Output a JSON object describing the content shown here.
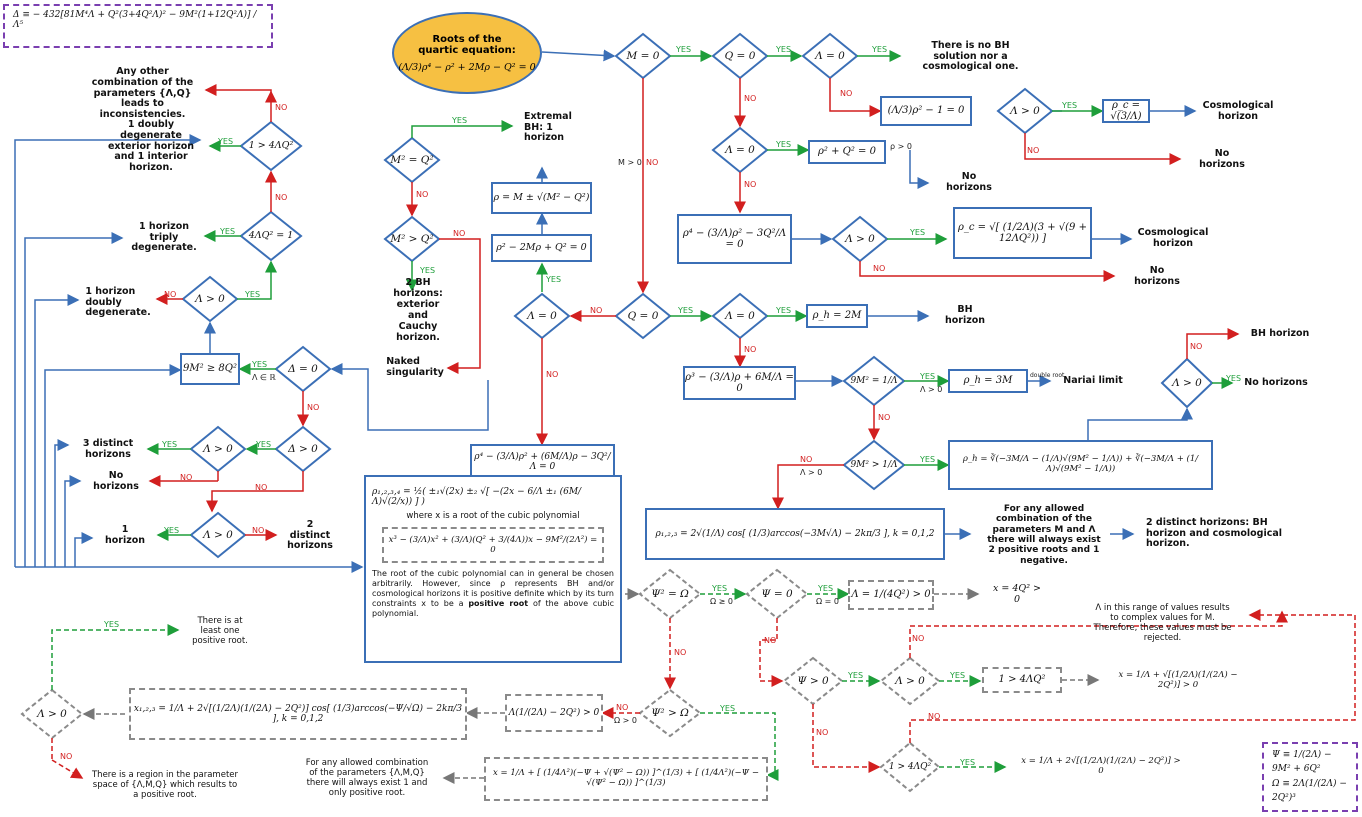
{
  "formulas": {
    "delta_def": "Δ ≡ − 432[81M⁴Λ + Q²(3+4Q²Λ)² − 9M²(1+12Q²Λ)] / Λ⁵",
    "psi_def": "Ψ ≡ 1/(2Λ) − 9M² + 6Q²",
    "omega_def": "Ω ≡ 2Λ(1/(2Λ) − 2Q²)³"
  },
  "start": {
    "title": "Roots of the quartic equation:",
    "equation": "(Λ/3)ρ⁴ − ρ² + 2Mρ − Q² = 0"
  },
  "decisions": {
    "m0": "M = 0",
    "q0_top": "Q = 0",
    "l0_top": "Λ = 0",
    "lgt0_a": "Λ > 0",
    "l0_b": "Λ = 0",
    "lgt0_b": "Λ > 0",
    "q0_mid": "Q = 0",
    "l0_mid": "Λ = 0",
    "l0_left": "Λ = 0",
    "m2eq": "M² = Q²",
    "m2gt": "M² > Q²",
    "n9m_eq": "9M² = 1/Λ",
    "n9m_gt": "9M² > 1/Λ",
    "lgt0_far": "Λ > 0",
    "c_14q": "1 > 4ΛQ²",
    "c_4q1": "4ΛQ² = 1",
    "lgt0_c": "Λ > 0",
    "d0": "Δ = 0",
    "dgt0": "Δ > 0",
    "lgt0_d": "Λ > 0",
    "lgt0_e": "Λ > 0",
    "psi_om": "Ψ² = Ω",
    "psi0": "Ψ = 0",
    "psi_gt": "Ψ² > Ω",
    "psipos": "Ψ > 0",
    "lgt0_f": "Λ > 0",
    "c_14q_b": "1 > 4ΛQ²",
    "lgt0_g": "Λ > 0"
  },
  "processes": {
    "rho_cos": "(Λ/3)ρ² − 1 = 0",
    "rho_c1": "ρ_c = √(3/Λ)",
    "rq": "ρ² + Q² = 0",
    "quartic_q": "ρ⁴ − (3/Λ)ρ² − 3Q²/Λ = 0",
    "rho_c2": "ρ_c = √[ (1/2Λ)(3 + √(9 + 12ΛQ²)) ]",
    "rh2m": "ρ_h = 2M",
    "cubic_m": "ρ³ − (3/Λ)ρ + 6M/Λ = 0",
    "rh3m": "ρ_h = 3M",
    "rh_cardano": "ρ_h = ∛(−3M/Λ − (1/Λ)√(9M² − 1/Λ)) + ∛(−3M/Λ + (1/Λ)√(9M² − 1/Λ))",
    "rho123": "ρ₁,₂,₃ = 2√(1/Λ) cos[ (1/3)arccos(−3M√Λ) − 2kπ/3 ],   k = 0,1,2",
    "rmq": "ρ = M ± √(M² − Q²)",
    "r2mq": "ρ² − 2Mρ + Q² = 0",
    "full_quartic": "ρ⁴ − (3/Λ)ρ² + (6M/Λ)ρ − 3Q²/Λ = 0",
    "nine_m": "9M² ≥ 8Q²",
    "lam_q": "Λ = 1/(4Q²) > 0",
    "lam_term": "Λ(1/(2Λ) − 2Q²) > 0",
    "one_4lq": "1 > 4ΛQ²",
    "x123": "x₁,₂,₃ = 1/Λ + 2√[(1/2Λ)(1/(2Λ) − 2Q²)] cos[ (1/3)arccos(−Ψ/√Ω) − 2kπ/3 ],   k = 0,1,2"
  },
  "outputs": {
    "no_bh": "There is no BH solution nor a cosmological one.",
    "cosmo1": "Cosmological horizon",
    "nohor_a": "No horizons",
    "nohor_b": "No horizons",
    "cosmo2": "Cosmological horizon",
    "nohor_c": "No horizons",
    "bh1": "BH horizon",
    "nariai": "Nariai limit",
    "bh2": "BH horizon",
    "nohor_d": "No horizons",
    "two_dist": "2 distinct horizons: BH horizon and cosmological horizon.",
    "any_allowed_m": "For any allowed combination of the parameters M and Λ there will always exist 2 positive roots and 1 negative.",
    "extremal": "Extremal BH: 1 horizon",
    "two_bh": "2 BH horizons: exterior and Cauchy horizon.",
    "naked": "Naked singularity",
    "any_other": "Any other combination of the parameters {Λ,Q} leads to inconsistencies.",
    "doubly_deg": "1 doubly degenerate exterior horizon and 1 interior horizon.",
    "triply": "1 horizon triply degenerate.",
    "doubly": "1 horizon doubly degenerate.",
    "three": "3 distinct horizons",
    "nohor_e": "No horizons",
    "one_h": "1 horizon",
    "two_h": "2 distinct horizons",
    "complex": "Λ in this range of values results to complex values for M. Therefore, these values must be rejected.",
    "x_a": "x = 4Q² > 0",
    "x_b": "x = 1/Λ + √[(1/2Λ)(1/(2Λ) − 2Q²)] > 0",
    "x_c": "x = 1/Λ + 2√[(1/2Λ)(1/(2Λ) − 2Q²)] > 0",
    "x_cardano": "x = 1/Λ + [ (1/4Λ²)(−Ψ + √(Ψ² − Ω)) ]^(1/3) + [ (1/4Λ²)(−Ψ − √(Ψ² − Ω)) ]^(1/3)",
    "any_allowed_lmq": "For any allowed combination of the parameters {Λ,M,Q} there will always exist 1 and only positive root.",
    "at_least": "There is at least one positive root.",
    "region": "There is a region in the parameter space of {Λ,M,Q} which results to a positive root."
  },
  "general": {
    "roots": "ρ₁,₂,₃,₄ = ½( ±₁√(2x) ±₂ √[ −(2x − 6/Λ ±₁ (6M/Λ)√(2/x)) ] )",
    "where": "where x is a root of the cubic polynomial",
    "cubic": "x³ − (3/Λ)x² + (3/Λ)(Q² + 3/(4Λ))x − 9M²/(2Λ²) = 0",
    "note_pre": "The root of the cubic polynomial can in general be chosen arbitrarily. However, since ρ represents BH and/or cosmological horizons it is positive definite which by its turn constraints x to be a ",
    "note_bold": "positive root",
    "note_post": " of the above cubic polynomial."
  },
  "labels": {
    "yes": "YES",
    "no": "NO",
    "m_gt0": "M > 0",
    "rho_gt0": "ρ > 0",
    "l_gt0": "Λ > 0",
    "l_in_r": "Λ ∈ ℝ",
    "om_ge0": "Ω ≥ 0",
    "om_eq0": "Ω = 0",
    "om_gt0": "Ω > 0",
    "double_root": "double root"
  },
  "colors": {
    "blue": "#3b6fb6",
    "yes": "#1e9e3a",
    "no": "#d21f1f",
    "dash_gray": "#8a8a8a",
    "ellipse": "#f6c042",
    "purple": "#7a3fb0"
  }
}
